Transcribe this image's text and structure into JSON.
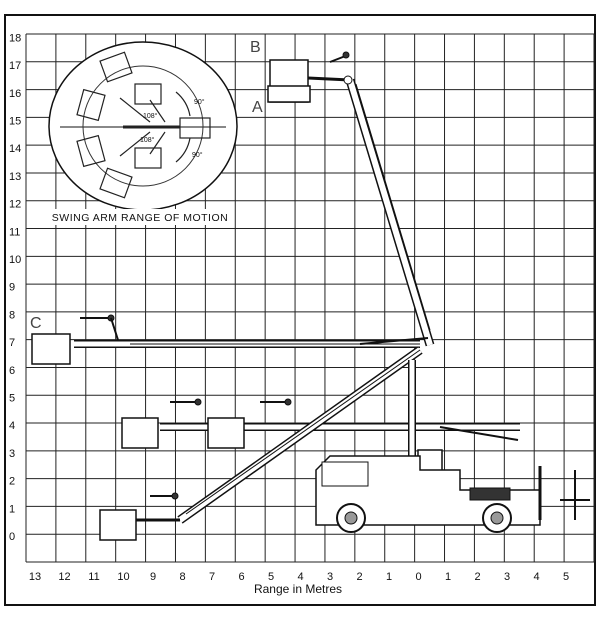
{
  "diagram": {
    "x_axis_label": "Range in Metres",
    "x_ticks": [
      "13",
      "12",
      "11",
      "10",
      "9",
      "8",
      "7",
      "6",
      "5",
      "4",
      "3",
      "2",
      "1",
      "0",
      "1",
      "2",
      "3",
      "4",
      "5"
    ],
    "y_ticks": [
      "0",
      "1",
      "2",
      "3",
      "4",
      "5",
      "6",
      "7",
      "8",
      "9",
      "10",
      "11",
      "12",
      "13",
      "14",
      "15",
      "16",
      "17",
      "18"
    ],
    "inset_caption": "SWING ARM RANGE OF MOTION",
    "inset_angles": [
      "90°",
      "90°",
      "108°",
      "108°"
    ],
    "position_labels": [
      "A",
      "B",
      "C"
    ]
  }
}
